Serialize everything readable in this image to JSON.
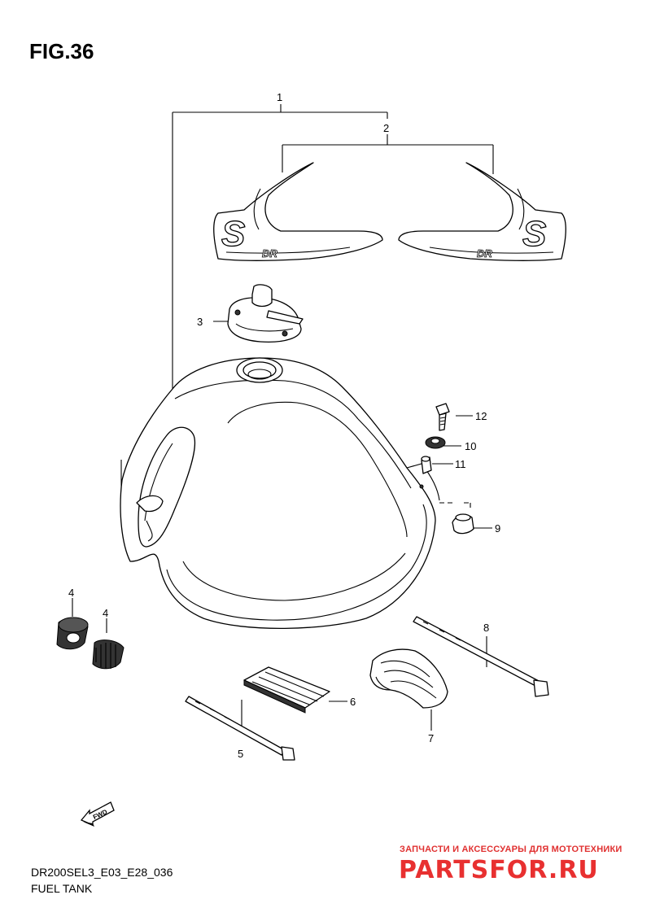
{
  "figure": {
    "title": "FIG.36"
  },
  "footer": {
    "model_code": "DR200SEL3_E03_E28_036",
    "section_name": "FUEL TANK"
  },
  "watermark": {
    "tagline": "ЗАПЧАСТИ И АКСЕССУАРЫ ДЛЯ МОТОТЕХНИКИ",
    "logo": "PARTSFOR.RU"
  },
  "decal_marks": {
    "brand_letter": "S",
    "model_mark": "DR"
  },
  "fwd_label": "FWD",
  "callouts": {
    "c1": "1",
    "c2": "2",
    "c3": "3",
    "c4a": "4",
    "c4b": "4",
    "c5": "5",
    "c6": "6",
    "c7": "7",
    "c8": "8",
    "c9": "9",
    "c10": "10",
    "c11": "11",
    "c12": "12"
  },
  "parts": [
    {
      "ref": "1",
      "name": "fuel-tank"
    },
    {
      "ref": "2",
      "name": "emblem-decal-set"
    },
    {
      "ref": "3",
      "name": "fuel-tank-cap"
    },
    {
      "ref": "4",
      "name": "cushion"
    },
    {
      "ref": "5",
      "name": "cable-tie"
    },
    {
      "ref": "6",
      "name": "cushion-pad"
    },
    {
      "ref": "7",
      "name": "cover"
    },
    {
      "ref": "8",
      "name": "cable-tie"
    },
    {
      "ref": "9",
      "name": "cushion-rear"
    },
    {
      "ref": "10",
      "name": "washer"
    },
    {
      "ref": "11",
      "name": "spacer"
    },
    {
      "ref": "12",
      "name": "bolt"
    }
  ]
}
